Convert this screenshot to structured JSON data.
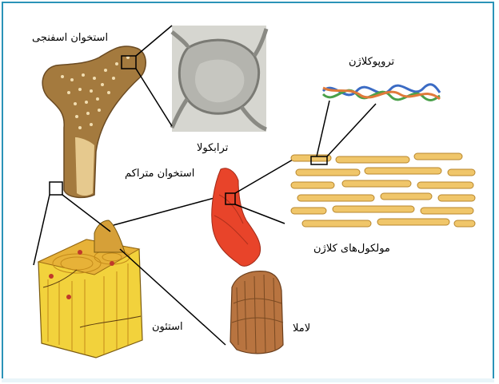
{
  "labels": {
    "spongy_bone": "استخوان اسفنجی",
    "trabecula": "ترابکولا",
    "compact_bone": "استخوان متراکم",
    "tropocollagen": "تروپوکلاژن",
    "collagen_molecules": "مولکول‌های کلاژن",
    "osteon": "استئون",
    "lamella": "لاملا"
  },
  "colors": {
    "frame_border": "#2b93b8",
    "bone_brown": "#a47a3e",
    "bone_marrow": "#e6c98e",
    "osteon_yellow": "#f2d23c",
    "collagen_red": "#e8442a",
    "fibril_tan": "#f0c66a",
    "lamella_brown": "#b87440"
  }
}
